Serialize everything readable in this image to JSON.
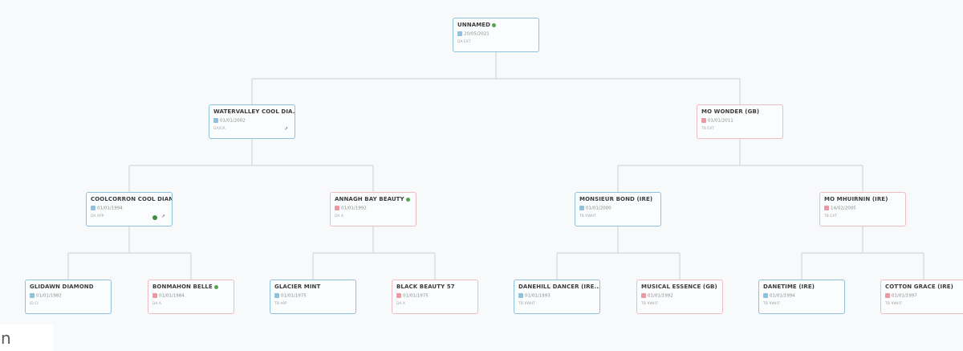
{
  "nodes": [
    {
      "id": "root",
      "name": "UNNAMED",
      "tree": true,
      "date": "20/05/2021",
      "meta": "DA EXT",
      "sex": "male"
    },
    {
      "id": "sire",
      "name": "WATERVALLEY COOL DIA...",
      "tree": true,
      "date": "01/01/2002",
      "meta": "GA/GR",
      "sex": "male"
    },
    {
      "id": "dam",
      "name": "MO WONDER (GB)",
      "tree": false,
      "date": "01/01/2011",
      "meta": "TB EXT",
      "sex": "female"
    },
    {
      "id": "ss",
      "name": "COOLCORRON COOL DIAM...",
      "tree": true,
      "date": "01/01/1994",
      "meta": "DA APP",
      "sex": "male"
    },
    {
      "id": "sd",
      "name": "ANNAGH BAY BEAUTY",
      "tree": true,
      "date": "01/01/1992",
      "meta": "DA A",
      "sex": "female"
    },
    {
      "id": "ds",
      "name": "MONSIEUR BOND (IRE)",
      "tree": false,
      "date": "01/01/2000",
      "meta": "TB XWHT",
      "sex": "male"
    },
    {
      "id": "dd",
      "name": "MO MHUIRNIN (IRE)",
      "tree": false,
      "date": "14/02/2005",
      "meta": "TB EXT",
      "sex": "female"
    },
    {
      "id": "sss",
      "name": "GLIDAWN DIAMOND",
      "tree": false,
      "date": "01/01/1982",
      "meta": "ID CI",
      "sex": "male"
    },
    {
      "id": "ssd",
      "name": "BONMAHON BELLE",
      "tree": true,
      "date": "01/01/1984",
      "meta": "DA A",
      "sex": "female"
    },
    {
      "id": "sds",
      "name": "GLACIER MINT",
      "tree": false,
      "date": "01/01/1975",
      "meta": "TB APP",
      "sex": "male"
    },
    {
      "id": "sdd",
      "name": "BLACK BEAUTY 57",
      "tree": false,
      "date": "01/01/1975",
      "meta": "DA X",
      "sex": "female"
    },
    {
      "id": "dss",
      "name": "DANEHILL DANCER (IRE...",
      "tree": false,
      "date": "01/01/1993",
      "meta": "TB XWHT",
      "sex": "male"
    },
    {
      "id": "dsd",
      "name": "MUSICAL ESSENCE (GB)",
      "tree": false,
      "date": "01/01/1992",
      "meta": "TB XWHT",
      "sex": "female"
    },
    {
      "id": "dds",
      "name": "DANETIME (IRE)",
      "tree": false,
      "date": "01/01/1994",
      "meta": "TB XWHT",
      "sex": "male"
    },
    {
      "id": "ddd",
      "name": "COTTON GRACE (IRE)",
      "tree": false,
      "date": "01/01/1997",
      "meta": "TB XWHT",
      "sex": "female"
    }
  ],
  "corner_text": "n",
  "icons": {
    "tree": "tree-icon",
    "calendar": "calendar-icon",
    "action": "arrow-up-icon",
    "badge": "tree-badge-icon"
  },
  "colors": {
    "male_border": "#8fc0dc",
    "female_border": "#efbcc1",
    "connector": "#d6d6d6",
    "tree_green": "#55a34a"
  }
}
